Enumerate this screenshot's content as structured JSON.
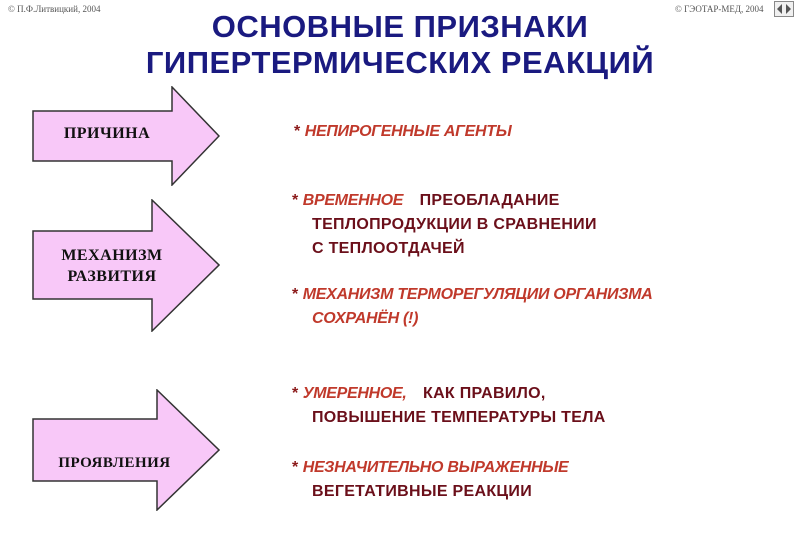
{
  "copyright_left": "© П.Ф.Литвицкий, 2004",
  "copyright_right": "© ГЭОТАР-МЕД, 2004",
  "title": {
    "line1": "ОСНОВНЫЕ ПРИЗНАКИ",
    "line2": "ГИПЕРТЕРМИЧЕСКИХ  РЕАКЦИЙ"
  },
  "arrows": {
    "cause": "ПРИЧИНА",
    "mechanism_line1": "МЕХАНИЗМ",
    "mechanism_line2": "РАЗВИТИЯ",
    "manifestations": "ПРОЯВЛЕНИЯ"
  },
  "bullet_symbol": "*",
  "items": {
    "cause": {
      "italic": "НЕПИРОГЕННЫЕ АГЕНТЫ"
    },
    "mech1": {
      "italic": "ВРЕМЕННОЕ",
      "rest1": "ПРЕОБЛАДАНИЕ",
      "line2": "ТЕПЛОПРОДУКЦИИ  В  СРАВНЕНИИ",
      "line3": "С  ТЕПЛООТДАЧЕЙ"
    },
    "mech2": {
      "line1": "МЕХАНИЗМ ТЕРМОРЕГУЛЯЦИИ ОРГАНИЗМА",
      "line2": "СОХРАНЁН (!)"
    },
    "man1": {
      "italic": "УМЕРЕННОЕ,",
      "rest1": "КАК   ПРАВИЛО,",
      "line2": "ПОВЫШЕНИЕ   ТЕМПЕРАТУРЫ   ТЕЛА"
    },
    "man2": {
      "italic": "НЕЗНАЧИТЕЛЬНО  ВЫРАЖЕННЫЕ",
      "line2": "ВЕГЕТАТИВНЫЕ    РЕАКЦИИ"
    }
  },
  "colors": {
    "title": "#1a1a80",
    "arrow_fill": "#f8c8f8",
    "italic_text": "#c0392b",
    "dark_text": "#6b0f1a"
  },
  "icons": {
    "nav": "nav-arrows-icon"
  }
}
